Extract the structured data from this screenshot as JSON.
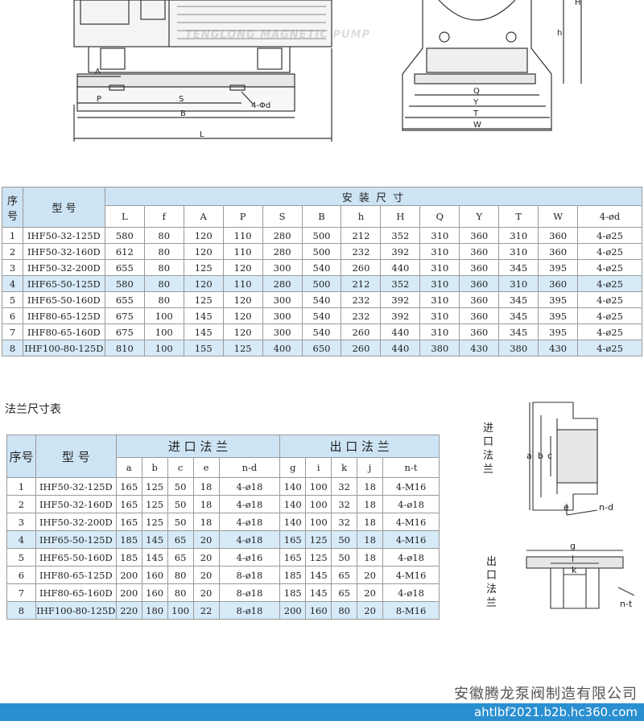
{
  "drawing": {
    "dim_labels": [
      "A",
      "P",
      "S",
      "4-Φd",
      "B",
      "L",
      "H",
      "h",
      "Q",
      "Y",
      "T",
      "W"
    ],
    "watermark": "TENGLONG MAGNETIC PUMP"
  },
  "install_table": {
    "col_seq": "序号",
    "col_model": "型 号",
    "group": "安 装 尺 寸",
    "cols": [
      "L",
      "f",
      "A",
      "P",
      "S",
      "B",
      "h",
      "H",
      "Q",
      "Y",
      "T",
      "W",
      "4-ød"
    ],
    "rows": [
      [
        "1",
        "IHF50-32-125D",
        "580",
        "80",
        "120",
        "110",
        "280",
        "500",
        "212",
        "352",
        "310",
        "360",
        "310",
        "360",
        "4-ø25"
      ],
      [
        "2",
        "IHF50-32-160D",
        "612",
        "80",
        "120",
        "110",
        "280",
        "500",
        "232",
        "392",
        "310",
        "360",
        "310",
        "360",
        "4-ø25"
      ],
      [
        "3",
        "IHF50-32-200D",
        "655",
        "80",
        "125",
        "120",
        "300",
        "540",
        "260",
        "440",
        "310",
        "360",
        "345",
        "395",
        "4-ø25"
      ],
      [
        "4",
        "IHF65-50-125D",
        "580",
        "80",
        "120",
        "110",
        "280",
        "500",
        "212",
        "352",
        "310",
        "360",
        "310",
        "360",
        "4-ø25"
      ],
      [
        "5",
        "IHF65-50-160D",
        "655",
        "80",
        "125",
        "120",
        "300",
        "540",
        "232",
        "392",
        "310",
        "360",
        "345",
        "395",
        "4-ø25"
      ],
      [
        "6",
        "IHF80-65-125D",
        "675",
        "100",
        "145",
        "120",
        "300",
        "540",
        "232",
        "392",
        "310",
        "360",
        "345",
        "395",
        "4-ø25"
      ],
      [
        "7",
        "IHF80-65-160D",
        "675",
        "100",
        "145",
        "120",
        "300",
        "540",
        "260",
        "440",
        "310",
        "360",
        "345",
        "395",
        "4-ø25"
      ],
      [
        "8",
        "IHF100-80-125D",
        "810",
        "100",
        "155",
        "125",
        "400",
        "650",
        "260",
        "440",
        "380",
        "430",
        "380",
        "430",
        "4-ø25"
      ]
    ]
  },
  "flange_title": "法兰尺寸表",
  "flange_table": {
    "col_seq": "序号",
    "col_model": "型 号",
    "inlet": "进 口 法 兰",
    "outlet": "出 口 法 兰",
    "inlet_cols": [
      "a",
      "b",
      "c",
      "e",
      "n-d"
    ],
    "outlet_cols": [
      "g",
      "i",
      "k",
      "j",
      "n-t"
    ],
    "rows": [
      [
        "1",
        "IHF50-32-125D",
        "165",
        "125",
        "50",
        "18",
        "4-ø18",
        "140",
        "100",
        "32",
        "18",
        "4-M16"
      ],
      [
        "2",
        "IHF50-32-160D",
        "165",
        "125",
        "50",
        "18",
        "4-ø18",
        "140",
        "100",
        "32",
        "18",
        "4-ø18"
      ],
      [
        "3",
        "IHF50-32-200D",
        "165",
        "125",
        "50",
        "18",
        "4-ø18",
        "140",
        "100",
        "32",
        "18",
        "4-M16"
      ],
      [
        "4",
        "IHF65-50-125D",
        "185",
        "145",
        "65",
        "20",
        "4-ø18",
        "165",
        "125",
        "50",
        "18",
        "4-M16"
      ],
      [
        "5",
        "IHF65-50-160D",
        "185",
        "145",
        "65",
        "20",
        "4-ø16",
        "165",
        "125",
        "50",
        "18",
        "4-ø18"
      ],
      [
        "6",
        "IHF80-65-125D",
        "200",
        "160",
        "80",
        "20",
        "8-ø18",
        "185",
        "145",
        "65",
        "20",
        "4-M16"
      ],
      [
        "7",
        "IHF80-65-160D",
        "200",
        "160",
        "80",
        "20",
        "8-ø18",
        "185",
        "145",
        "65",
        "20",
        "4-ø18"
      ],
      [
        "8",
        "IHF100-80-125D",
        "220",
        "180",
        "100",
        "22",
        "8-ø18",
        "200",
        "160",
        "80",
        "20",
        "8-M16"
      ]
    ]
  },
  "flange_diagram": {
    "inlet_label": "进口法兰",
    "outlet_label": "出口法兰",
    "inlet_dims": [
      "a",
      "b",
      "c",
      "e",
      "n-d"
    ],
    "outlet_dims": [
      "g",
      "i",
      "k",
      "n-t"
    ]
  },
  "company": "安徽腾龙泵阀制造有限公司",
  "url": "ahtlbf2021.b2b.hc360.com",
  "colors": {
    "header_bg": "#cde4f5",
    "highlight_row": "#d7eaf8",
    "footer_bar": "#2a8fd1"
  }
}
